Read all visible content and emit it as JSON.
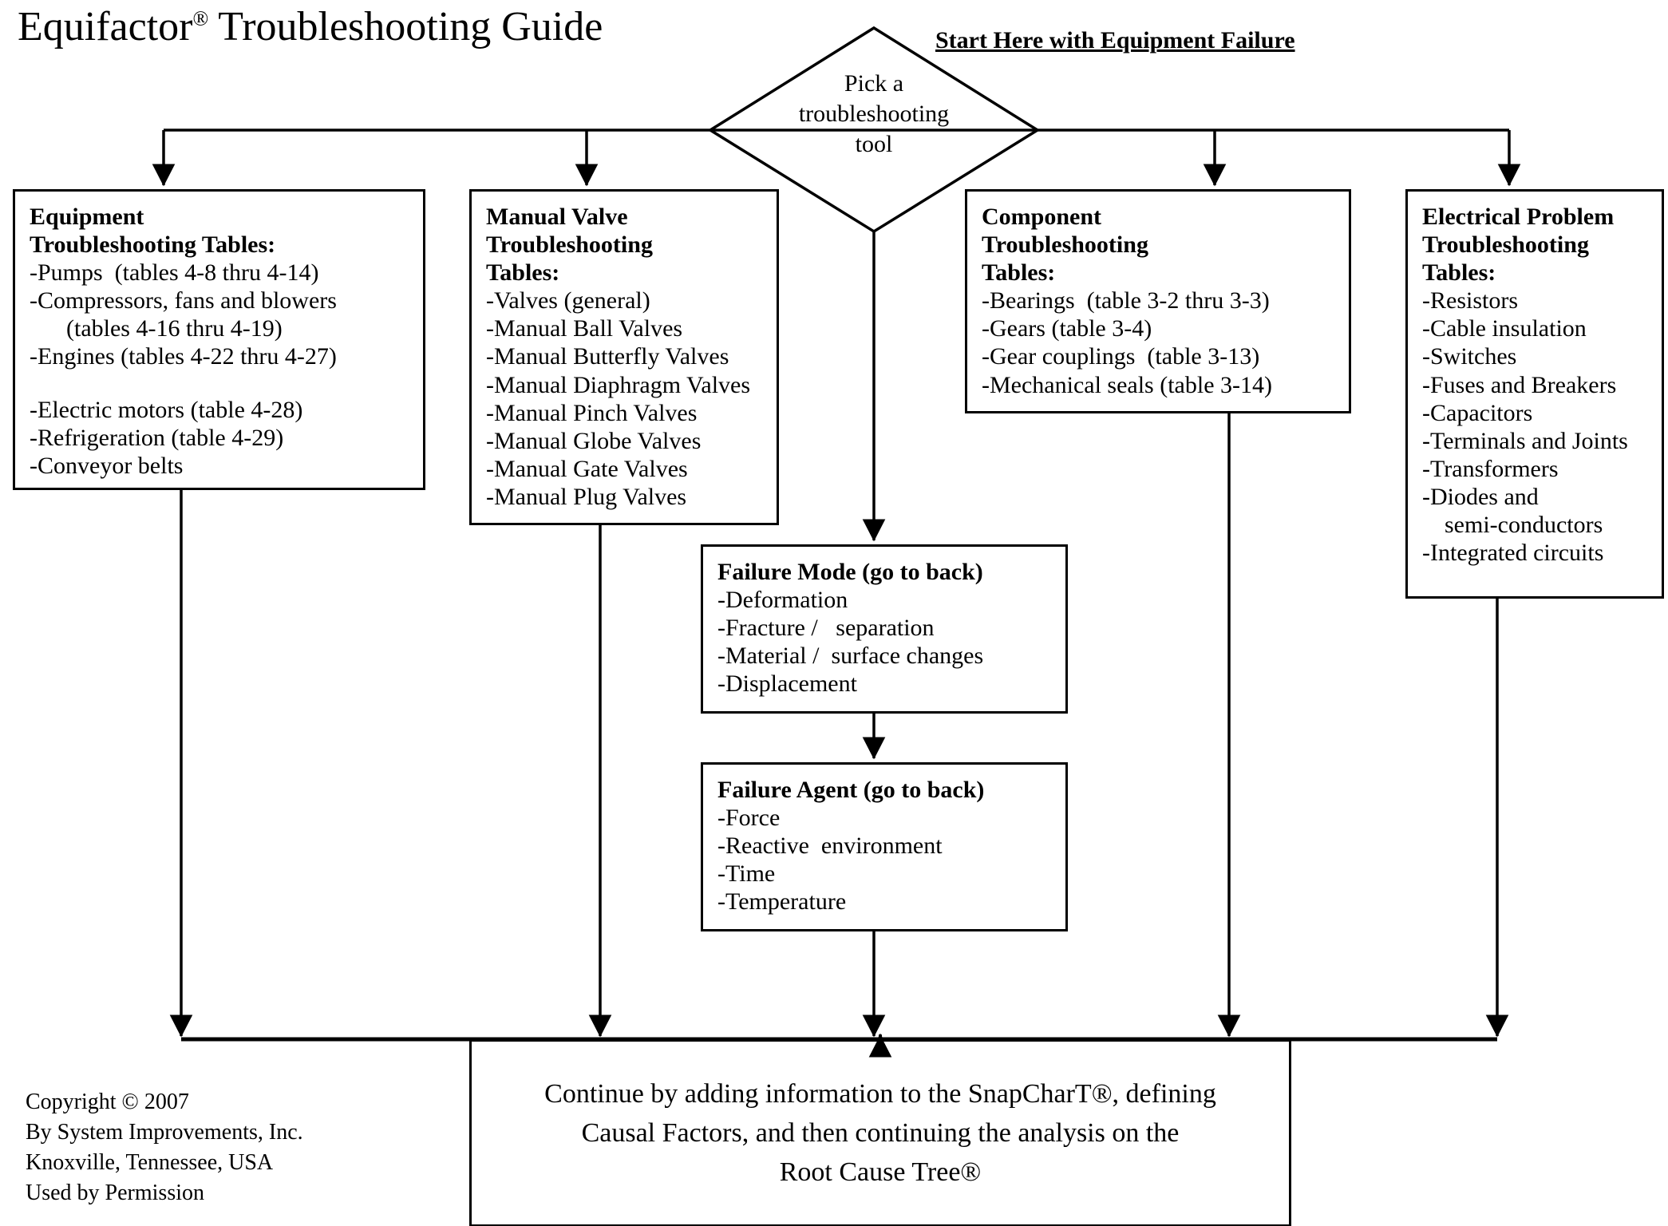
{
  "page": {
    "title_main": "Equifactor",
    "title_reg": "®",
    "title_rest": " Troubleshooting Guide",
    "start_here": "Start Here with Equipment Failure",
    "background": "#ffffff",
    "ink": "#000000"
  },
  "decision": {
    "text": "Pick a\ntroubleshooting\ntool"
  },
  "nodes": {
    "equipment": {
      "heading": "Equipment\nTroubleshooting Tables:",
      "items": [
        "-Pumps  (tables 4-8 thru 4-14)",
        "-Compressors, fans and blowers",
        "(tables 4-16 thru 4-19)",
        "",
        "-Electric motors (table 4-28)",
        "-Refrigeration (table 4-29)",
        "-Conveyor belts"
      ],
      "engines_line": "-Engines (tables 4-22 thru 4-27)"
    },
    "valve": {
      "heading": "Manual Valve\nTroubleshooting\nTables:",
      "items": [
        "-Valves (general)",
        "-Manual Ball Valves",
        "-Manual Butterfly Valves",
        "-Manual Diaphragm Valves",
        "-Manual Pinch Valves",
        "-Manual Globe Valves",
        "-Manual Gate Valves",
        "-Manual Plug Valves"
      ]
    },
    "component": {
      "heading": "Component\nTroubleshooting\nTables:",
      "items": [
        "-Bearings  (table 3-2 thru 3-3)",
        "-Gears (table 3-4)",
        "-Gear couplings  (table 3-13)",
        "-Mechanical seals (table 3-14)"
      ]
    },
    "electrical": {
      "heading": "Electrical Problem\nTroubleshooting\nTables:",
      "items": [
        "-Resistors",
        "-Cable insulation",
        "-Switches",
        "-Fuses and Breakers",
        "-Capacitors",
        "-Terminals and Joints",
        "-Transformers",
        "-Diodes and",
        "semi-conductors",
        "-Integrated circuits"
      ]
    },
    "failure_mode": {
      "heading": "Failure Mode (go to back)",
      "items": [
        "-Deformation",
        "-Fracture /   separation",
        "-Material /  surface changes",
        "-Displacement"
      ]
    },
    "failure_agent": {
      "heading": "Failure Agent (go to back)",
      "items": [
        "-Force",
        "-Reactive  environment",
        "-Time",
        "-Temperature"
      ]
    },
    "conclusion": {
      "text": "Continue by adding information to the SnapCharT®, defining\nCausal Factors, and then continuing the analysis on the\nRoot Cause Tree®"
    }
  },
  "copyright": {
    "text": "Copyright ©  2007\nBy System Improvements, Inc.\nKnoxville, Tennessee, USA\nUsed by Permission"
  }
}
